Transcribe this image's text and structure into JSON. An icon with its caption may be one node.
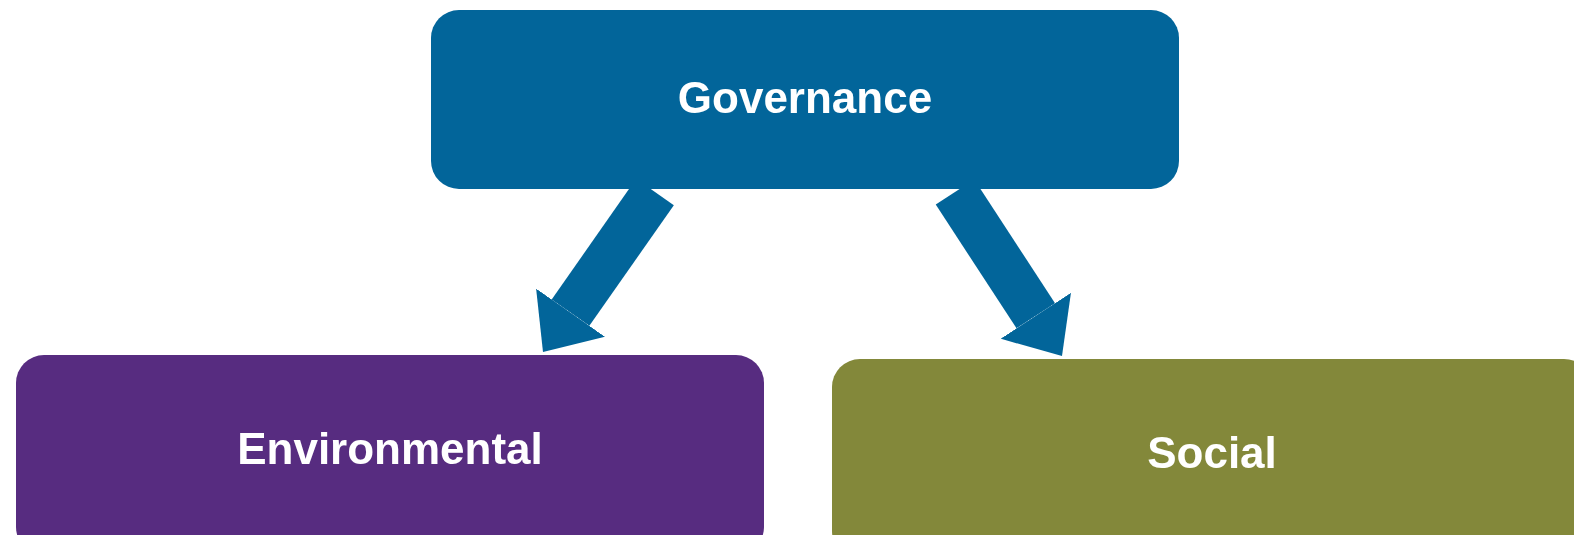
{
  "diagram": {
    "nodes": [
      {
        "text": [
          "Governance"
        ]
      },
      {
        "text": [
          "Environmental"
        ]
      },
      {
        "text": [
          "Social"
        ]
      }
    ],
    "edges": [
      {
        "from": 0,
        "to": 1,
        "arrow": "to"
      },
      {
        "from": 0,
        "to": 2,
        "arrow": "to"
      }
    ]
  }
}
